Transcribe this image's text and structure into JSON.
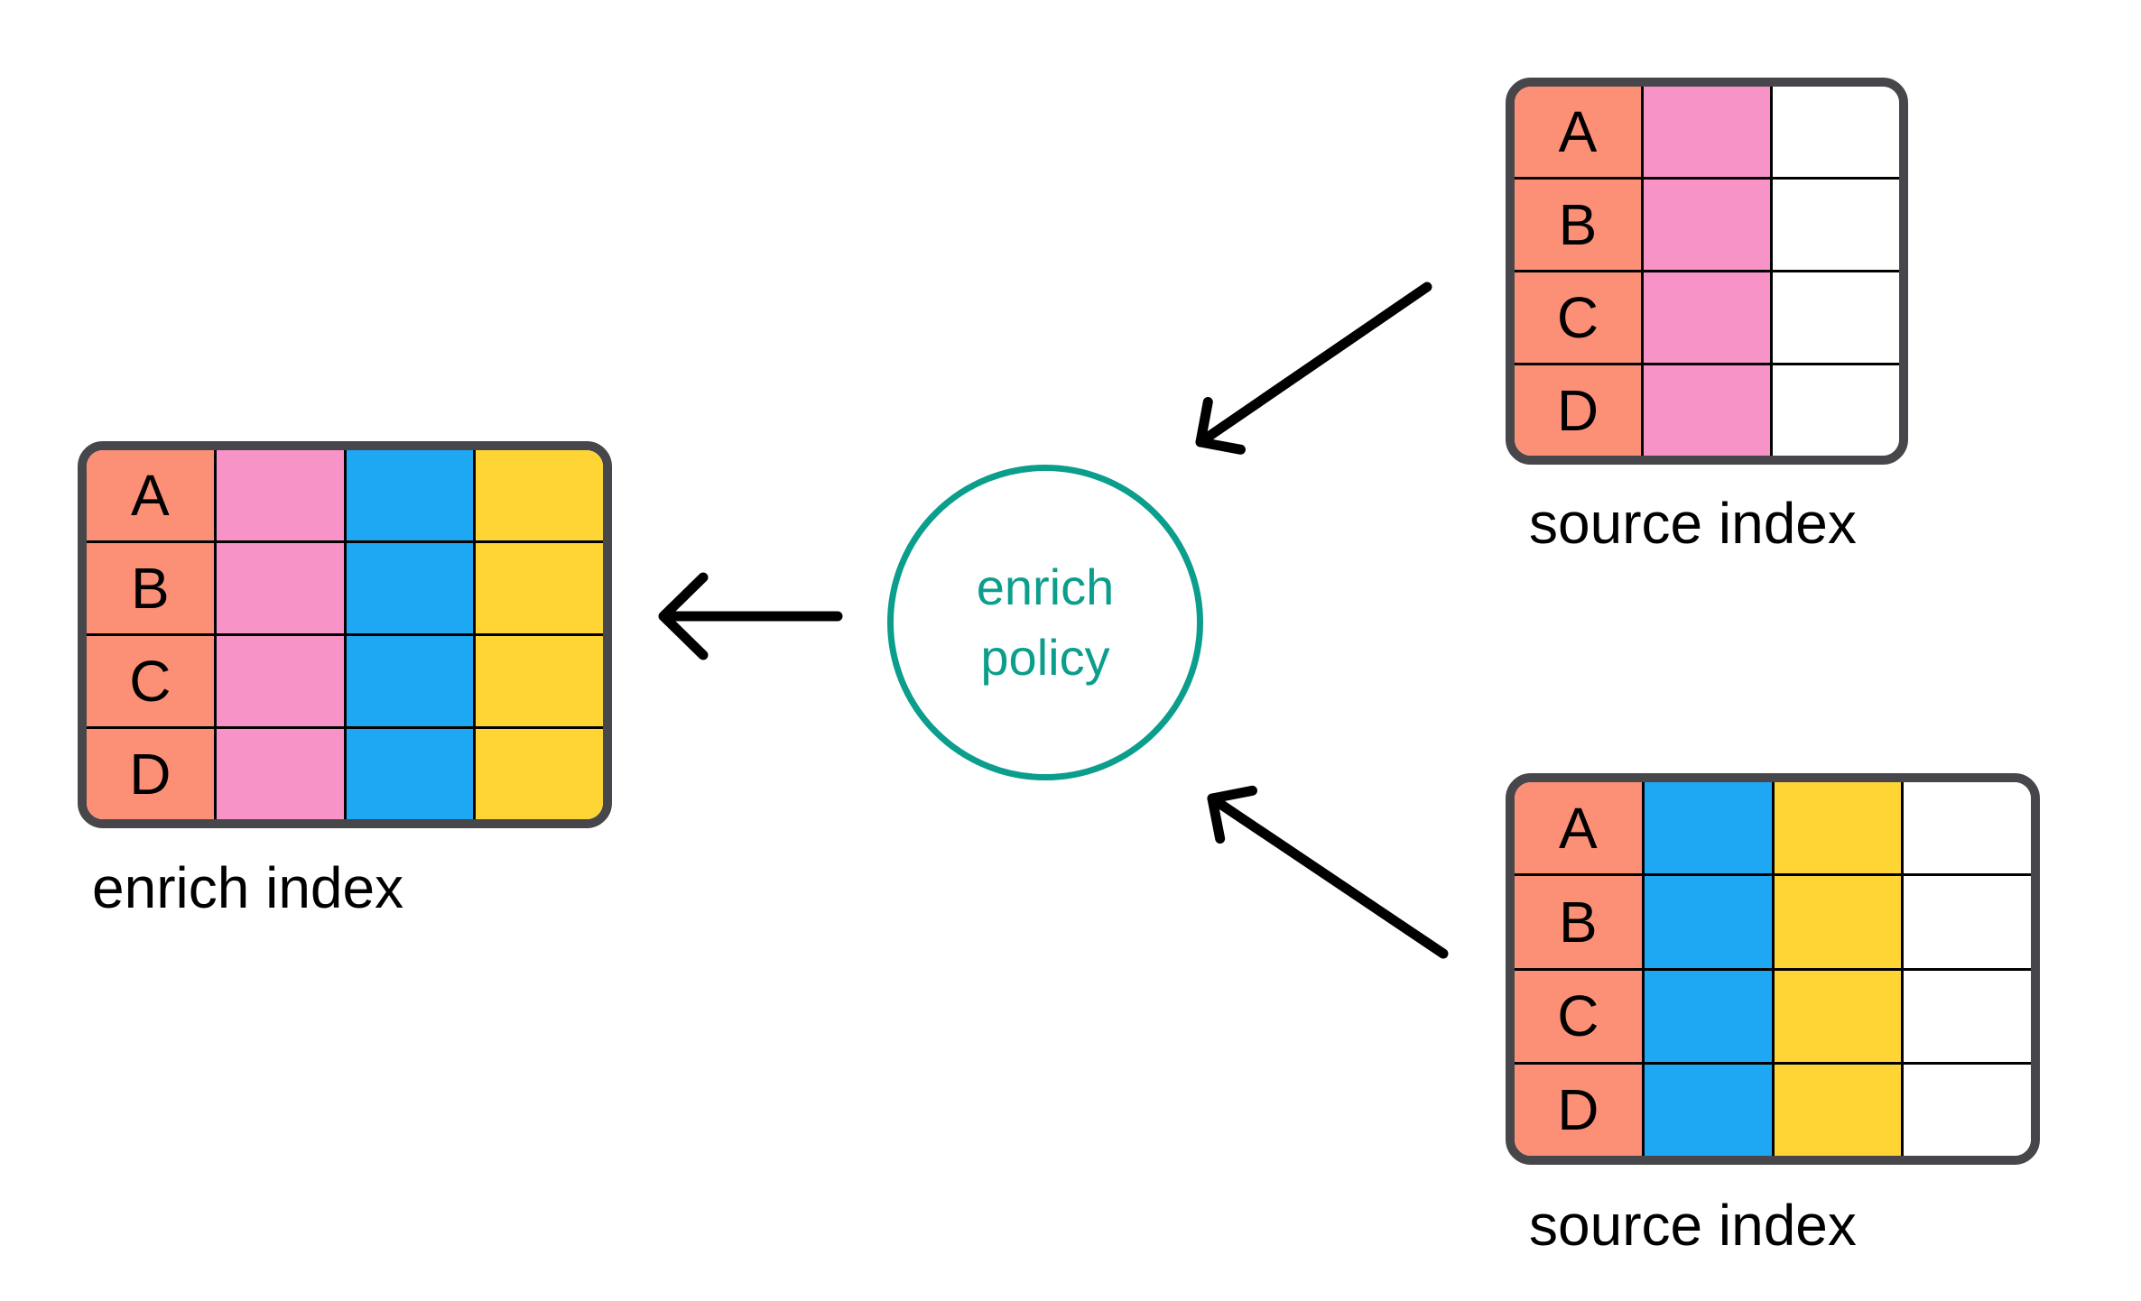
{
  "colors": {
    "salmon": "#FC9077",
    "pink": "#F893C8",
    "blue": "#1EA7F2",
    "yellow": "#FFD535",
    "white": "#FFFFFF",
    "teal": "#0B9E8C",
    "border": "#47474B",
    "arrow": "#000000",
    "text": "#000000"
  },
  "policy": {
    "line1": "enrich",
    "line2": "policy"
  },
  "tables": [
    {
      "name": "enrich-index",
      "label": "enrich index",
      "row_labels": [
        "A",
        "B",
        "C",
        "D"
      ],
      "columns": [
        "salmon",
        "pink",
        "blue",
        "yellow"
      ]
    },
    {
      "name": "source-index-top",
      "label": "source index",
      "row_labels": [
        "A",
        "B",
        "C",
        "D"
      ],
      "columns": [
        "salmon",
        "pink",
        "white"
      ]
    },
    {
      "name": "source-index-bottom",
      "label": "source index",
      "row_labels": [
        "A",
        "B",
        "C",
        "D"
      ],
      "columns": [
        "salmon",
        "blue",
        "yellow",
        "white"
      ]
    }
  ]
}
